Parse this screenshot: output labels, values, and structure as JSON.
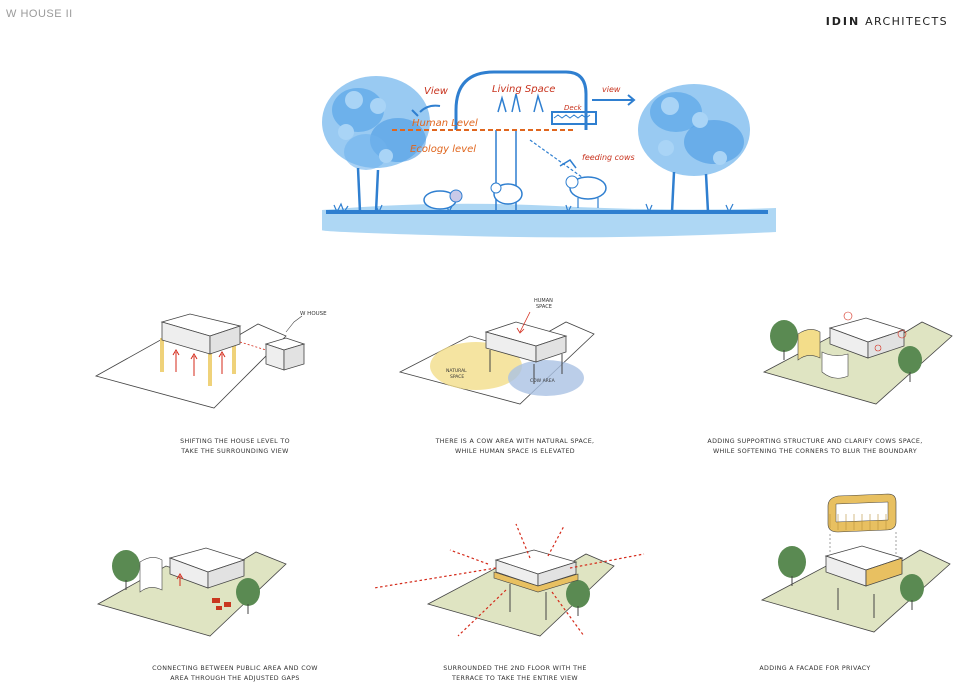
{
  "header": {
    "project": "W HOUSE II",
    "firm_bold": "IDIN",
    "firm_rest": " ARCHITECTS"
  },
  "sketch": {
    "view_left": "View",
    "living_space": "Living Space",
    "view_right": "view",
    "human_level": "Human Level",
    "ecology_level": "Ecology level",
    "feeding_cows": "feeding cows",
    "deck": "Deck"
  },
  "diagrams": [
    {
      "caption": [
        "SHIFTING THE HOUSE LEVEL TO",
        "TAKE THE SURROUNDING VIEW"
      ],
      "label": "W HOUSE"
    },
    {
      "caption": [
        "THERE IS A COW AREA WITH NATURAL SPACE,",
        "WHILE HUMAN SPACE IS ELEVATED"
      ],
      "label_human": [
        "HUMAN",
        "SPACE"
      ],
      "label_natural": [
        "NATURAL",
        "SPACE"
      ],
      "label_cow": "COW AREA"
    },
    {
      "caption": [
        "ADDING SUPPORTING STRUCTURE AND CLARIFY COWS SPACE,",
        "WHILE SOFTENING THE CORNERS TO BLUR THE BOUNDARY"
      ]
    },
    {
      "caption": [
        "CONNECTING BETWEEN PUBLIC AREA AND COW",
        "AREA THROUGH THE ADJUSTED GAPS"
      ]
    },
    {
      "caption": [
        "SURROUNDED THE 2ND FLOOR WITH THE",
        "TERRACE TO TAKE THE ENTIRE VIEW"
      ]
    },
    {
      "caption": [
        "ADDING A FACADE FOR PRIVACY"
      ]
    }
  ],
  "colors": {
    "sketch_blue": "#3a8fd8",
    "handwriting_red": "#c8331e",
    "ground_green": "#dfe4c2",
    "tree_green": "#5a8a52",
    "arrow_red": "#d42a1a",
    "yellow": "#f3dd8a",
    "facade_gold": "#e8c061"
  }
}
